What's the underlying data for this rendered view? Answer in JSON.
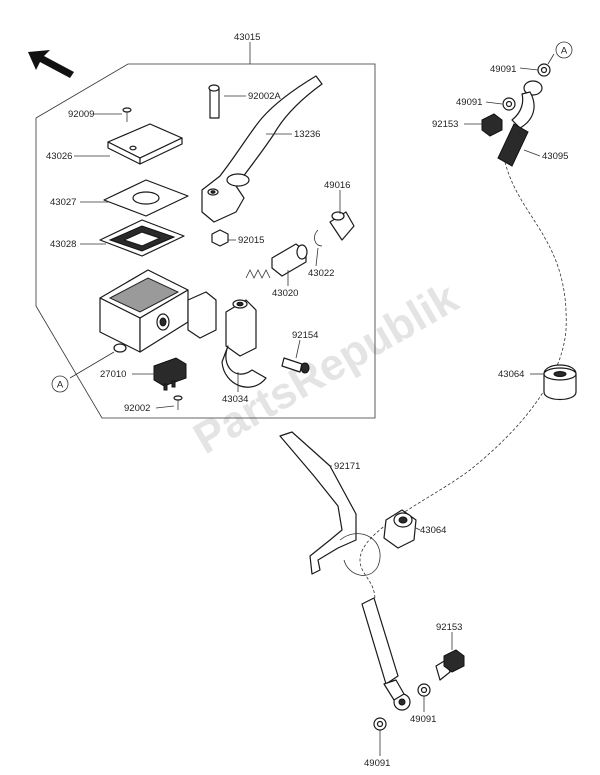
{
  "watermark": "PartsRepublik",
  "circle_ref": "A",
  "parts": {
    "p43015": "43015",
    "p92009": "92009",
    "p92002A": "92002A",
    "p13236": "13236",
    "p43026": "43026",
    "p43027": "43027",
    "p43028": "43028",
    "p49016": "49016",
    "p92015": "92015",
    "p43022": "43022",
    "p43020": "43020",
    "p92154": "92154",
    "p27010": "27010",
    "p92002": "92002",
    "p43034": "43034",
    "p49091a": "49091",
    "p49091b": "49091",
    "p92153a": "92153",
    "p43095": "43095",
    "p43064a": "43064",
    "p92171": "92171",
    "p43064b": "43064",
    "p92153b": "92153",
    "p49091c": "49091",
    "p49091d": "49091"
  }
}
